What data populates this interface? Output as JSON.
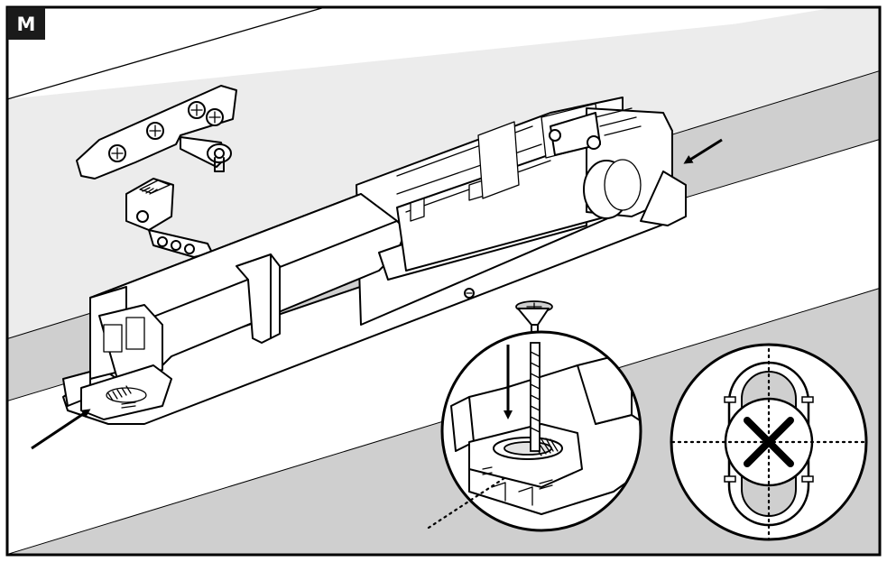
{
  "panel": {
    "step_label": "M",
    "colors": {
      "frame": "#000000",
      "badge_background": "#1a1a1a",
      "wall_light": "#e9e9e9",
      "wall_band": "#c9c9c9",
      "parts": "#ffffff",
      "screw_head_highlight": "#cfcfcf"
    }
  },
  "icons": {
    "step_badge": "letter-badge",
    "push_arrows": "arrow-icon",
    "screw_down_arrow": "arrow-down-icon",
    "do_not_mark": "cross-icon",
    "center_axes": "dotted-crosshair"
  }
}
